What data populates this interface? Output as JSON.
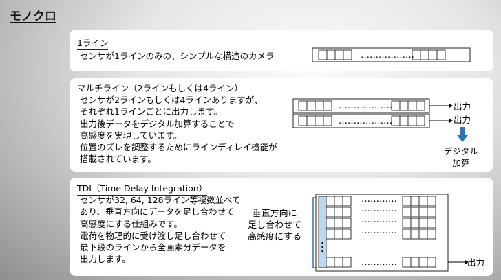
{
  "page": {
    "title": "モノクロ"
  },
  "sections": [
    {
      "id": "one-line",
      "heading": "1ライン",
      "description": [
        "センサが1ラインのみの、シンプルな構造のカメラ"
      ]
    },
    {
      "id": "multi-line",
      "heading": "マルチライン（2ラインもしくは4ライン）",
      "description": [
        "センサが2ラインもしくは4ラインありますが、",
        "それぞれ1ラインごとに出力します。",
        "出力後データをデジタル加算することで",
        "高感度を実現しています。",
        "位置のズレを調整するためにラインディレイ機能が",
        "搭載されています。"
      ],
      "output_label_1": "出力",
      "output_label_2": "出力",
      "result_label": [
        "デジタル",
        "加算"
      ]
    },
    {
      "id": "tdi",
      "heading": "TDI（Time Delay Integration）",
      "description": [
        "センサが32, 64, 128ライン等複数並べて",
        "あり、垂直方向にデータを足し合わせて",
        "高感度にする仕組みです。",
        "電荷を物理的に受け渡し足し合わせて",
        "最下段のラインから全画素分データを",
        "出力します。"
      ],
      "annotation": [
        "垂直方向に",
        "足し合わせて",
        "高感度にする"
      ],
      "output_label": "出力"
    }
  ],
  "colors": {
    "accent_blue": "#2F62A6",
    "arrow_blue": "#2E75B6",
    "column_fill": "#BDD7EE"
  }
}
